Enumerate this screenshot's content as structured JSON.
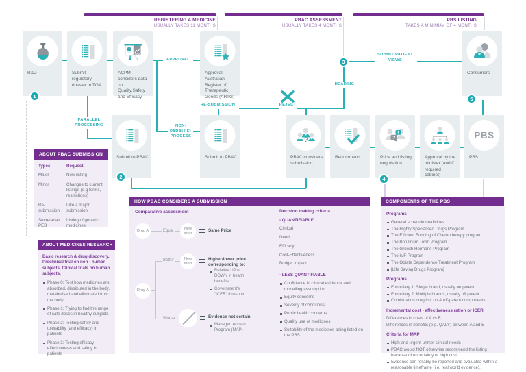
{
  "colors": {
    "teal": "#2ab1b7",
    "purple": "#722d8e",
    "light_purple": "#f1ecf6",
    "card_bg": "#e8edef"
  },
  "timeline": {
    "bars": [
      {
        "title": "REGISTERING A MEDICINE",
        "subtitle": "USUALLY TAKES 11 MONTHS"
      },
      {
        "title": "PBAC ASSESSMENT",
        "subtitle": "USUALLY TAKES 4 MONTHS"
      },
      {
        "title": "PBS LISTING",
        "subtitle": "TAKES A MINIMUM OF 4 MONTHS"
      }
    ]
  },
  "steps": {
    "s1": "1",
    "s2": "2",
    "s3": "3",
    "s4": "4",
    "s5": "5"
  },
  "cards": {
    "rd": {
      "label": "R&D"
    },
    "tga": {
      "label": "Submit regulatory dossier to TGA"
    },
    "acpm": {
      "label": "ACPM considers data on Quality,Safety and Efficacy"
    },
    "artg": {
      "label": "Approval – Australian Register of Therapeutic Goods (ARTG)"
    },
    "submit_pbac_1": {
      "label": "Submit to PBAC"
    },
    "submit_pbac_2": {
      "label": "Submit to PBAC"
    },
    "pbac_considers": {
      "label": "PBAC considers submission"
    },
    "recommend": {
      "label": "Recommend"
    },
    "price": {
      "label": "Price and listing negotiation"
    },
    "minister": {
      "label": "Approval by the minister (and if required cabinet)"
    },
    "pbs": {
      "label": "PBS",
      "logo": "PBS"
    },
    "consumers": {
      "label": "Consumers"
    }
  },
  "connectors": {
    "approval": "APPROVAL",
    "parallel": "PARALLEL PROCESSING",
    "non_parallel": "NON-PARALLEL PROCESS",
    "resubmission": "RE-SUBMISSION",
    "reject": "REJECT",
    "hearing": "HEARING",
    "patient_views": "SUBMIT PATIENT VIEWS"
  },
  "pbac_submission": {
    "title": "ABOUT PBAC SUBMISSION",
    "head": {
      "type": "Types",
      "request": "Request"
    },
    "rows": [
      {
        "type": "Major",
        "request": "New listing"
      },
      {
        "type": "Minor",
        "request": "Changes to current listings (e.g forms, restrictions)"
      },
      {
        "type": "Re-submission",
        "request": "Like a major submission"
      },
      {
        "type": "Secretariat/ PEB",
        "request": "Listing of generic medicines"
      }
    ]
  },
  "medicines_research": {
    "title": "ABOUT MEDICINES RESEARCH",
    "intro": "Basic research & drug discovery. Preclinical trial on non - human subjects. Clinical trials on human subjects.",
    "phases": [
      "Phase 0: Test how medicines are absorbed, distributed in the body, metabolised and eliminated from the body",
      "Phase 1: Trying to find the range of safe doses in healthy subjects",
      "Phase 2: Testing safety and tolerability (and efficacy) in patients",
      "Phase 3: Testing efficacy effectiveness and safety in patients"
    ]
  },
  "how_pbac": {
    "title": "HOW PBAC CONSIDERS A SUBMISSION",
    "subtitle": "Comparative assessment",
    "drug_a": "Drug A",
    "new_med": "New Med",
    "equal": {
      "relation": "Equal",
      "result": "Same Price"
    },
    "better": {
      "relation": "Better",
      "result": "Higher/lower price corresponding to:",
      "bullets": [
        "Relative UP or DOWN in health benefits",
        "Government's \"ICER\" threshold"
      ]
    },
    "worse": {
      "relation": "Worse",
      "result": "Evidence not certain",
      "bullets": [
        "Managed Access Program (MAP)"
      ]
    },
    "decision": {
      "title": "Decision making criteria",
      "quant_title": "- QUANTIFIABLE",
      "quant": [
        "Clinical",
        "Need",
        "Efficacy",
        "Cost-Effectiveness",
        "Budget Impact"
      ],
      "less_title": "- LESS QUANTIFIABLE",
      "less": [
        "Confidence in clinical evidence and modelling assumption",
        "Equity concerns",
        "Severity of conditions",
        "Public health concerns",
        "Quality use of medicines",
        "Suitability of the medicines being listed on the PBS"
      ]
    }
  },
  "components": {
    "title": "COMPONENTS OF THE PBS",
    "s1": {
      "title": "Programs",
      "items": [
        "General schedule medicines",
        "The Highly Specialised Drugs Program",
        "The Efficient Funding of Chemotherapy program",
        "The Botulinum Toxin Program",
        "The Growth Hormone Program",
        "The IVF Program",
        "The Opiate Dependence Treatment Program",
        "[Life Saving Drugs Program]"
      ]
    },
    "s2": {
      "title": "Programs",
      "items": [
        "Formulary 1: Single brand, usually on patent",
        "Formulary 2: Multiple brands, usually off patent",
        "Combination drug list: on & off-patent components"
      ]
    },
    "s3": {
      "title": "Incremental cost - effectiveness ration or ICER",
      "lines": [
        "Differences in costs of A vs B",
        "Differences in benefits (e.g. QALY) between A and B"
      ]
    },
    "s4": {
      "title": "Criteria for MAP",
      "items": [
        "High and urgent unmet clinical needs",
        "PBAC would NOT otherwise recommend the listing because of uncertainty or high cost",
        "Evidence can reliably be reported and evaluated within a reasonable timeframe (i.e. real world evidence)."
      ]
    }
  }
}
